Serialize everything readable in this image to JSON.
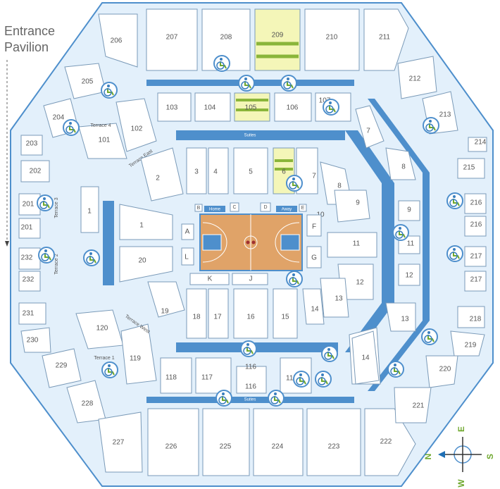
{
  "entrance": {
    "line1": "Entrance",
    "line2": "Pavilion"
  },
  "bands": {
    "suites": "Suites",
    "home": "Home",
    "away": "Away"
  },
  "upper_top": [
    "207",
    "208",
    "209",
    "210",
    "211"
  ],
  "upper_bottom": [
    "226",
    "225",
    "224",
    "223",
    "222"
  ],
  "upper_left_upper": [
    "206",
    "205",
    "204",
    "203",
    "202",
    "201"
  ],
  "upper_left_lower": [
    "201",
    "232",
    "232",
    "231",
    "230",
    "229",
    "228",
    "227"
  ],
  "upper_right_upper": [
    "212",
    "213",
    "214",
    "215",
    "216",
    "216"
  ],
  "upper_right_lower": [
    "217",
    "217",
    "218",
    "219",
    "220",
    "221"
  ],
  "lower_top": [
    "103",
    "104",
    "105",
    "106",
    "107"
  ],
  "lower_bottom": [
    "118",
    "117",
    "116",
    "116",
    "115"
  ],
  "lower_left": [
    "102",
    "101",
    "120",
    "119"
  ],
  "terraces": [
    "Terrace 4",
    "Terrace East",
    "Terrace 3",
    "Terrace 2",
    "Terrace West",
    "Terrace 1"
  ],
  "floor_top": [
    "2",
    "3",
    "4",
    "5",
    "6",
    "7",
    "8"
  ],
  "floor_right": [
    "9",
    "10",
    "11",
    "12",
    "13",
    "14"
  ],
  "floor_bottom": [
    "18",
    "17",
    "16",
    "15",
    "14"
  ],
  "floor_left": [
    "1",
    "1",
    "20",
    "19"
  ],
  "courtside": [
    "A",
    "B",
    "C",
    "D",
    "E",
    "F",
    "G",
    "J",
    "K",
    "L"
  ],
  "outer_right": [
    "7",
    "8",
    "9",
    "11",
    "12",
    "13",
    "14"
  ],
  "compass": {
    "n": "N",
    "e": "E",
    "s": "S",
    "w": "W"
  },
  "colors": {
    "bg": "#e3f0fb",
    "accent": "#4e8fcc",
    "highlight": "#f4f6b8",
    "row": "#c3d6a6",
    "court": "#e0a368"
  }
}
